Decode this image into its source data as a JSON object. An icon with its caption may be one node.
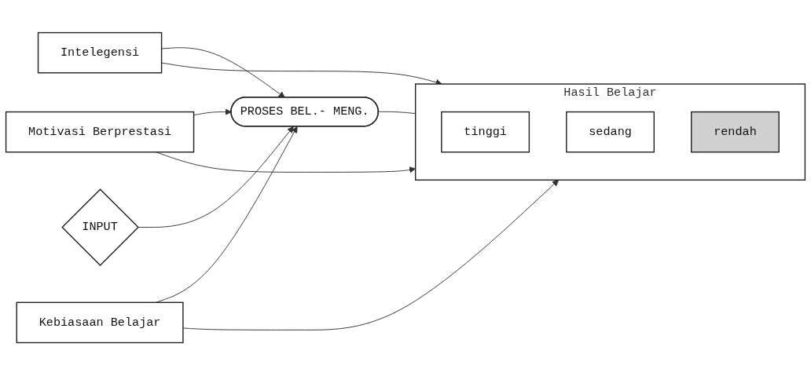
{
  "diagram": {
    "nodes": [
      {
        "text": [
          "Intelegensi"
        ]
      },
      {
        "text": [
          "Motivasi Berprestasi"
        ]
      },
      {
        "text": [
          "Kebiasaan Belajar"
        ]
      },
      {
        "text": [
          "INPUT"
        ]
      },
      {
        "text": [
          "PROSES BEL.- MENG."
        ]
      },
      {
        "text": [
          "Hasil Belajar"
        ]
      },
      {
        "text": [
          "tinggi"
        ],
        "in": 5
      },
      {
        "text": [
          "sedang"
        ],
        "in": 5
      },
      {
        "text": [
          "rendah"
        ],
        "in": 5
      }
    ],
    "edges": [
      {
        "from": 3,
        "to": 4,
        "arrow": "to"
      },
      {
        "from": 0,
        "to": 4,
        "arrow": "to"
      },
      {
        "from": 1,
        "to": 4,
        "arrow": "to"
      },
      {
        "from": 2,
        "to": 4,
        "arrow": "to"
      },
      {
        "from": 0,
        "to": 5,
        "arrow": "to"
      },
      {
        "from": 1,
        "to": 5,
        "arrow": "to"
      },
      {
        "from": 2,
        "to": 5,
        "arrow": "to"
      },
      {
        "from": 4,
        "to": 5,
        "arrow": "none"
      }
    ]
  }
}
